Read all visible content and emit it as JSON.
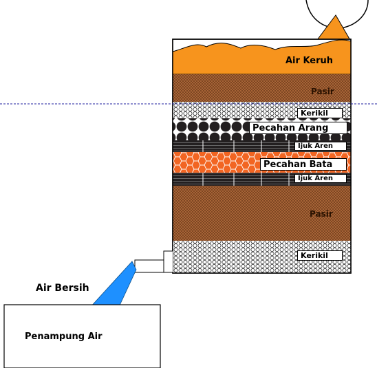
{
  "labels": {
    "air_keruh": "Air Keruh",
    "pasir_top": "Pasir",
    "kerikil_top": "Kerikil",
    "pecahan_arang": "Pecahan Arang",
    "ijuk_aren_1": "Ijuk Aren",
    "pecahan_bata": "Pecahan Bata",
    "ijuk_aren_2": "Ijuk Aren",
    "pasir_bottom": "Pasir",
    "kerikil_bottom": "Kerikil",
    "air_bersih": "Air Bersih",
    "penampung_air": "Penampung Air"
  },
  "colors": {
    "water": "#f7941d",
    "sand": "#a0522d",
    "gravel": "#cccccc",
    "charcoal": "#231f20",
    "brick": "#f26522",
    "clean_water": "#1e90ff",
    "guide_line": "#1f1f9f"
  }
}
